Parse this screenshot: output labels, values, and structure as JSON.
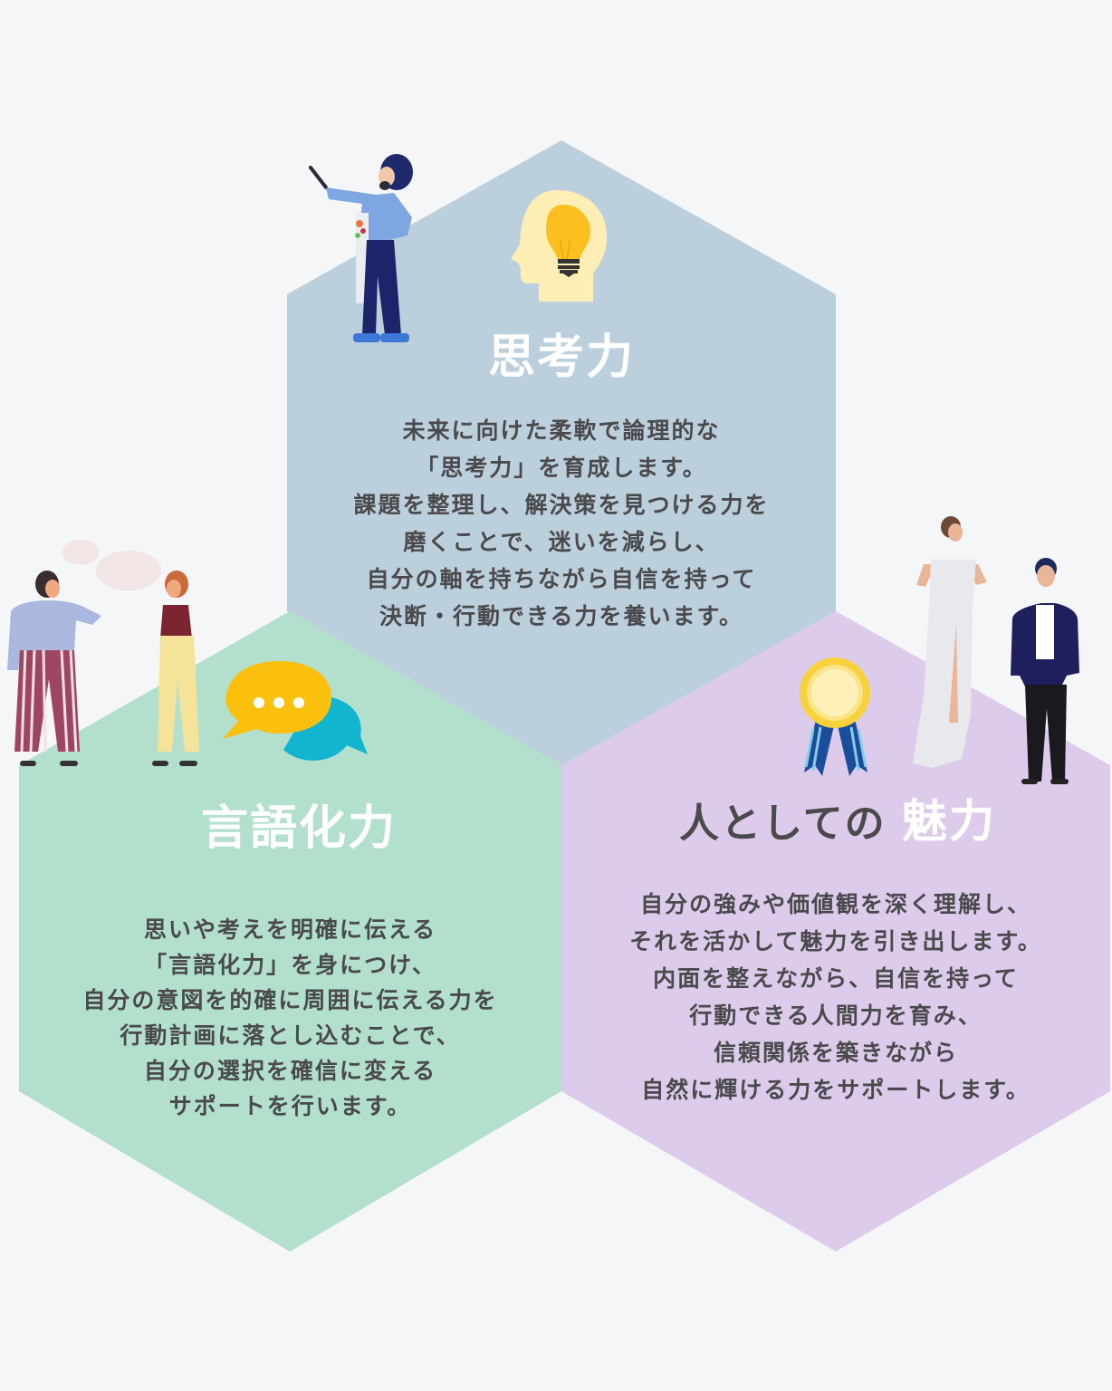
{
  "background_color": "#f5f6f8",
  "sections": [
    {
      "id": "thinking",
      "title": "思考力",
      "color": "#bccfdc",
      "icon": "head-lightbulb-icon",
      "illustration": "painter-person",
      "body_lines": [
        "未来に向けた柔軟で論理的な",
        "「思考力」を育成します。",
        "課題を整理し、解決策を見つける力を",
        "磨くことで、迷いを減らし、",
        "自分の軸を持ちながら自信を持って",
        "決断・行動できる力を養います。"
      ]
    },
    {
      "id": "verbalization",
      "title": "言語化力",
      "color": "#b3e0cd",
      "icon": "speech-bubbles-icon",
      "illustration": "two-women-talking",
      "body_lines": [
        "思いや考えを明確に伝える",
        "「言語化力」を身につけ、",
        "自分の意図を的確に周囲に伝える力を",
        "行動計画に落とし込むことで、",
        "自分の選択を確信に変える",
        "サポートを行います。"
      ]
    },
    {
      "id": "charm",
      "title_prefix": "人としての",
      "title": "魅力",
      "color": "#dccbeb",
      "icon": "medal-ribbon-icon",
      "illustration": "couple-formal-wear",
      "body_lines": [
        "自分の強みや価値観を深く理解し、",
        "それを活かして魅力を引き出します。",
        "内面を整えながら、自信を持って",
        "行動できる人間力を育み、",
        "信頼関係を築きながら",
        "自然に輝ける力をサポートします。"
      ]
    }
  ]
}
